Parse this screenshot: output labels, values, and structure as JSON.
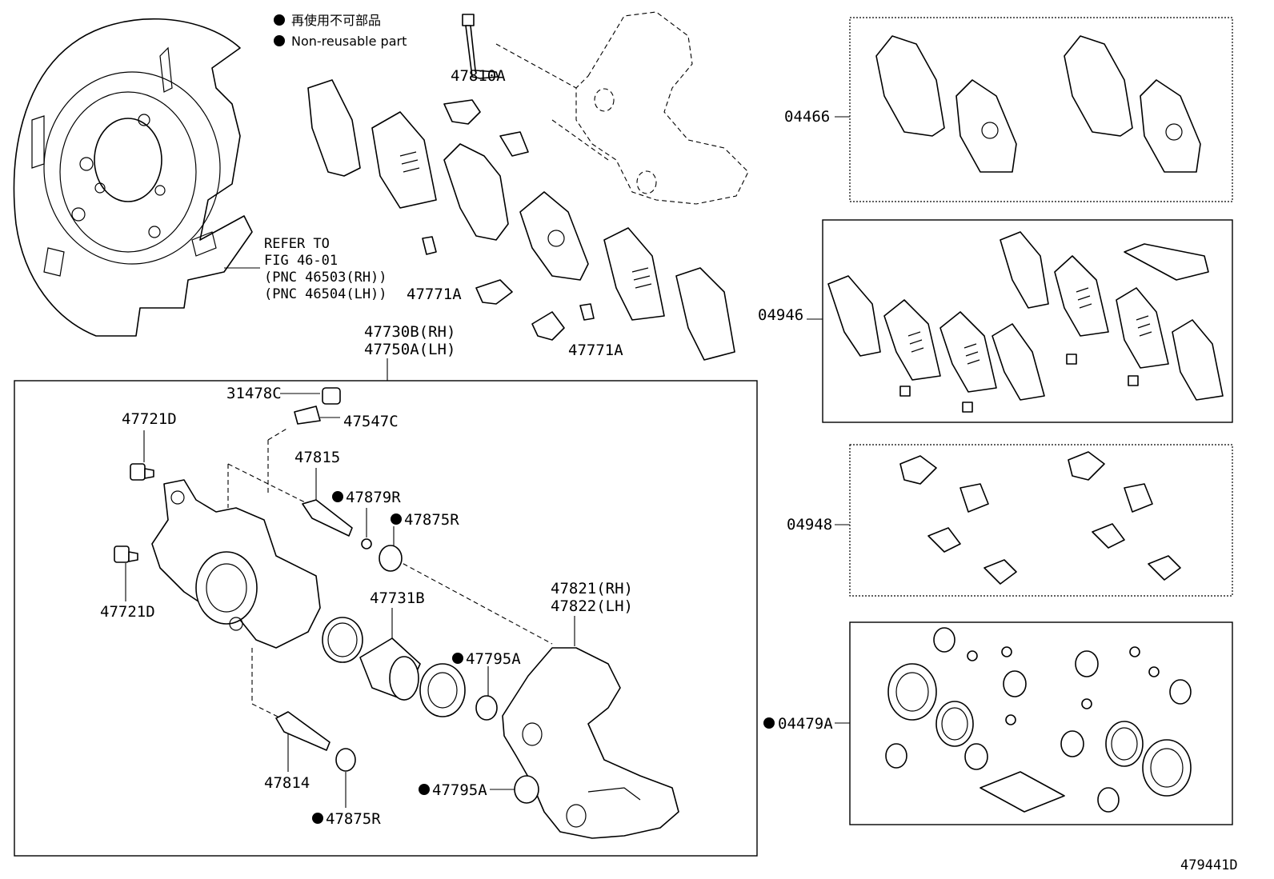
{
  "legend": {
    "jp": "再使用不可部品",
    "en": "Non-reusable part"
  },
  "refer": {
    "line1": "REFER TO",
    "line2": "FIG 46-01",
    "line3": "(PNC 46503(RH))",
    "line4": "(PNC 46504(LH))"
  },
  "labels": {
    "p47810A": "47810A",
    "p47771A_1": "47771A",
    "p47771A_2": "47771A",
    "p47730B": "47730B(RH)",
    "p47750A": "47750A(LH)",
    "p31478C": "31478C",
    "p47547C": "47547C",
    "p47721D_1": "47721D",
    "p47721D_2": "47721D",
    "p47815": "47815",
    "p47879R": "47879R",
    "p47875R_1": "47875R",
    "p47875R_2": "47875R",
    "p47731B": "47731B",
    "p47821": "47821(RH)",
    "p47822": "47822(LH)",
    "p47795A_1": "47795A",
    "p47795A_2": "47795A",
    "p47814": "47814",
    "k04466": "04466",
    "k04946": "04946",
    "k04948": "04948",
    "k04479A": "04479A",
    "figno": "479441D"
  }
}
